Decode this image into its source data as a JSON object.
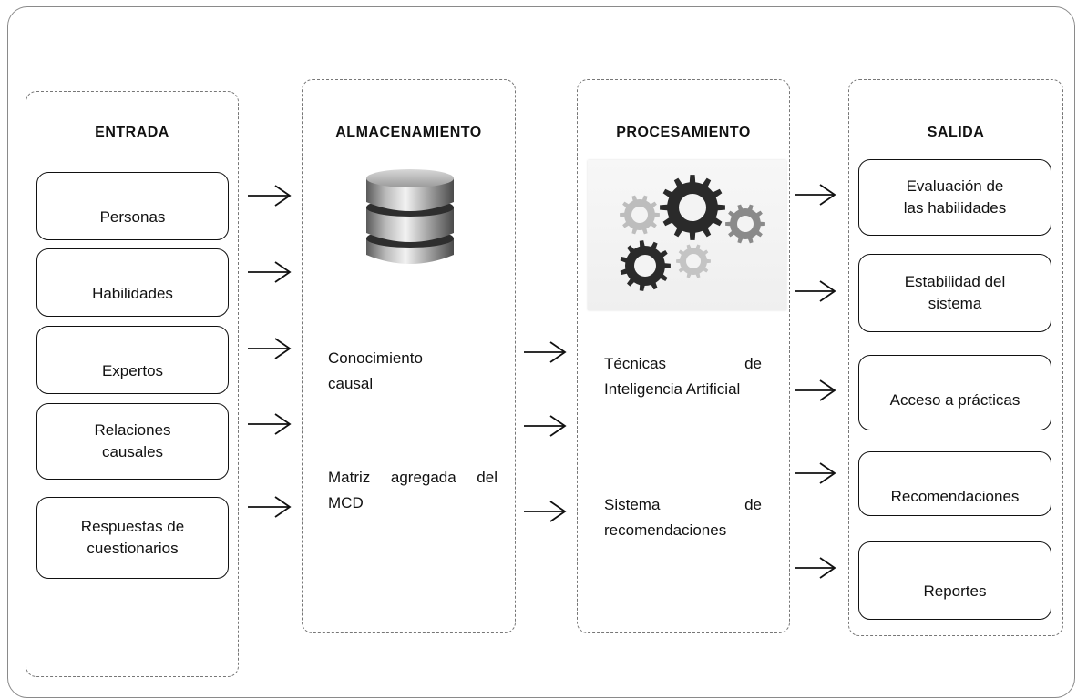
{
  "columns": {
    "input": {
      "title": "ENTRADA",
      "items": [
        "Personas",
        "Habilidades",
        "Expertos",
        "Relaciones\ncausales",
        "Respuestas de\ncuestionarios"
      ]
    },
    "storage": {
      "title": "ALMACENAMIENTO",
      "icon": "database-icon",
      "items": [
        "Conocimiento\ncausal",
        "Matriz agregada del MCD"
      ]
    },
    "processing": {
      "title": "PROCESAMIENTO",
      "icon": "gears-icon",
      "items": [
        "Técnicas de Inteligencia Artificial",
        "Sistema de recomendaciones"
      ]
    },
    "output": {
      "title": "SALIDA",
      "items": [
        "Evaluación de\nlas habilidades",
        "Estabilidad del\nsistema",
        "Acceso a prácticas",
        "Recomendaciones",
        "Reportes"
      ]
    }
  },
  "colors": {
    "border": "#111111",
    "dashed": "#777777",
    "frame": "#8a8a8a"
  }
}
